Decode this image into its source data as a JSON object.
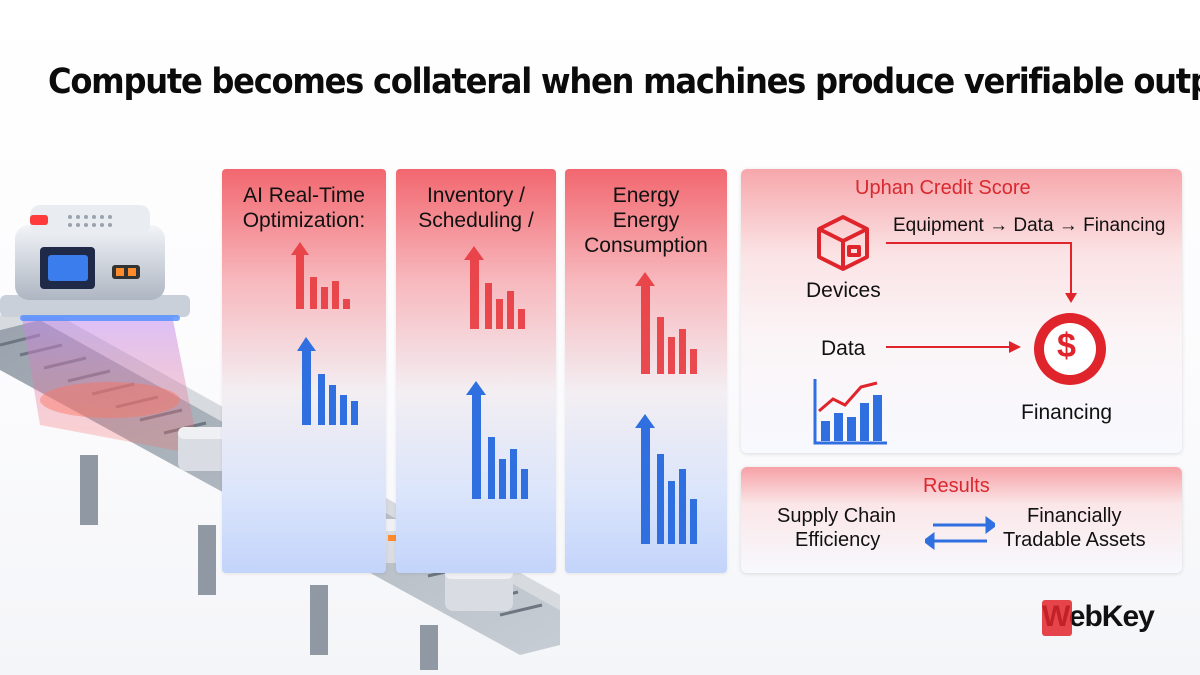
{
  "headline": "Compute becomes collateral when machines produce verifiable output.",
  "panels": [
    {
      "title": "AI Real-Time\nOptimization:"
    },
    {
      "title": "Inventory /\nScheduling /"
    },
    {
      "title": "Energy\nEnergy\nConsumption"
    }
  ],
  "credit": {
    "title": "Uphan Credit Score",
    "flow_label": "Equipment → Data → Financing",
    "devices_label": "Devices",
    "data_label": "Data",
    "financing_label": "Financing",
    "currency_symbol": "$"
  },
  "results": {
    "title": "Results",
    "left_line1": "Supply Chain",
    "left_line2": "Efficiency",
    "right_line1": "Financially",
    "right_line2": "Tradable Assets"
  },
  "logo": {
    "text": "WebKey"
  },
  "colors": {
    "red": "#e0242c",
    "blue": "#2f6fe0"
  }
}
